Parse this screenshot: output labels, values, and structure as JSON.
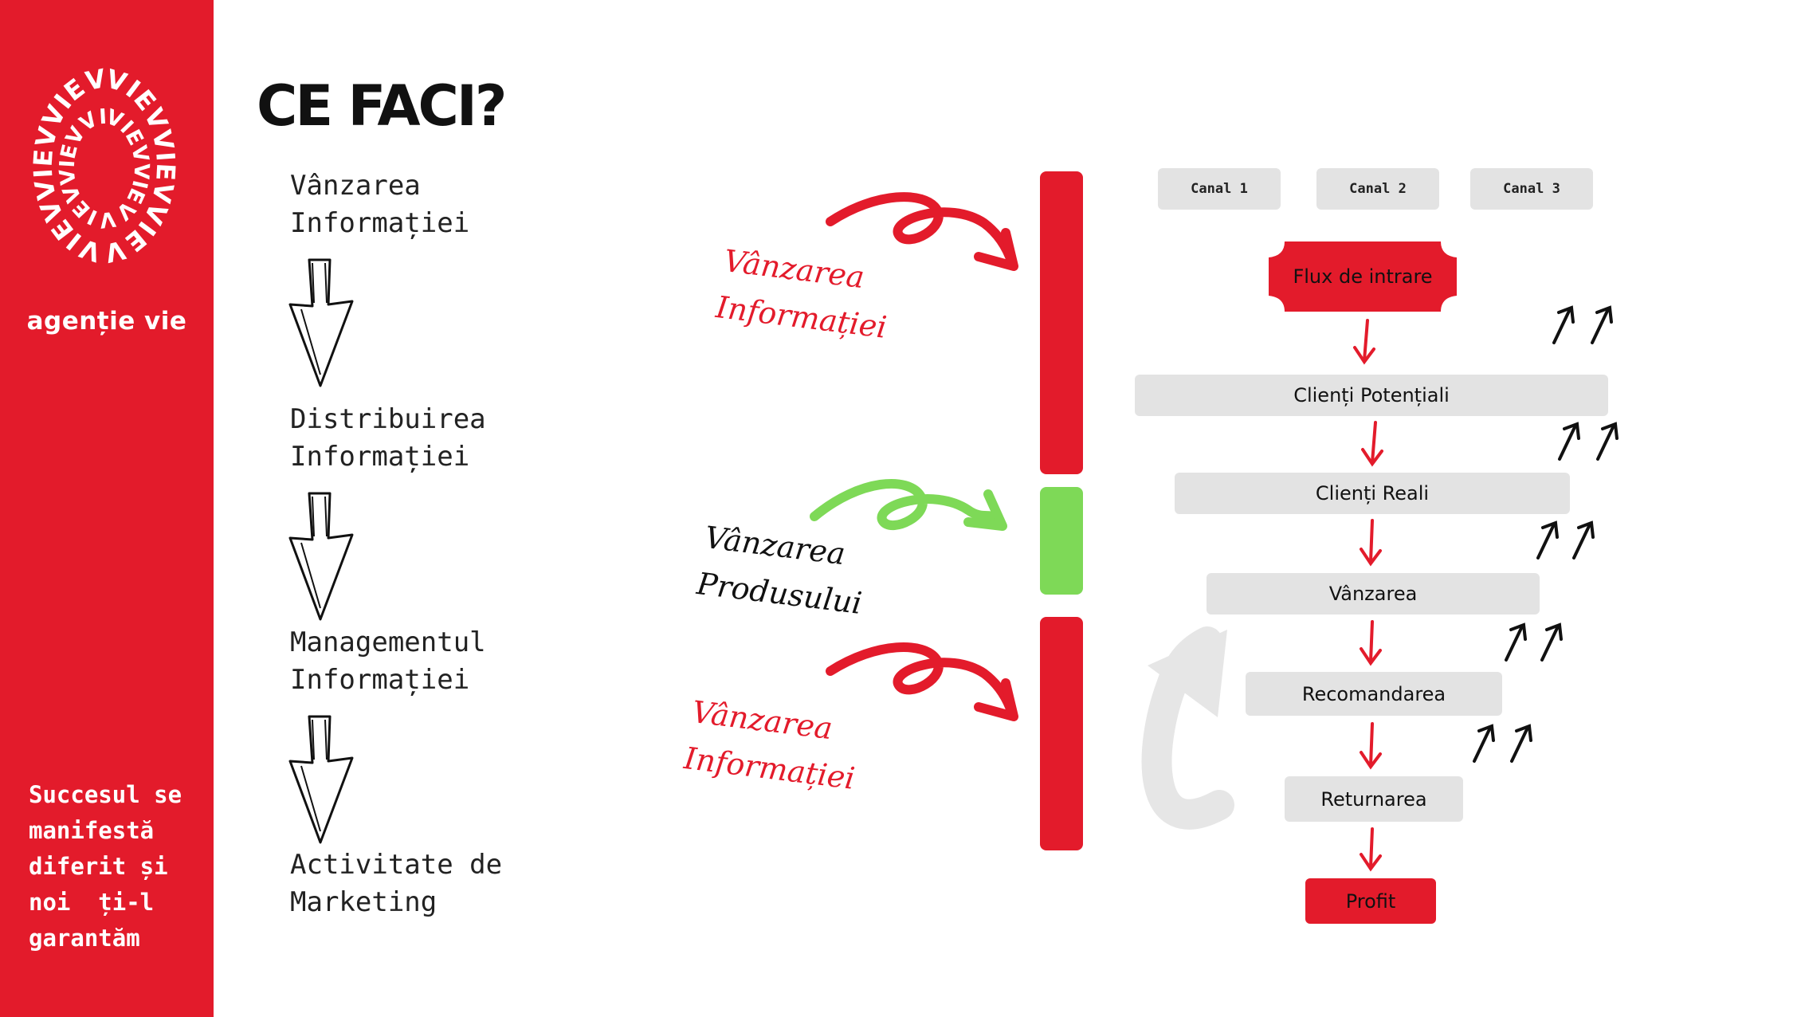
{
  "title": "CE FACI?",
  "sidebar": {
    "brand_text": "agenție vie",
    "logo_ring_text": "VIEVVIEVVIEVVIEVVIEVVIEV",
    "motto": "Succesul se\nmanifestă\ndiferit și\nnoi  ți-l\ngarantăm"
  },
  "steps": [
    "Vânzarea\nInformației",
    "Distribuirea\nInformației",
    "Managementul\nInformației",
    "Activitate de\nMarketing"
  ],
  "phases": [
    {
      "label_line1": "Vânzarea",
      "label_line2": "Informației",
      "color": "#e31b2b"
    },
    {
      "label_line1": "Vânzarea",
      "label_line2": "Produsului",
      "color": "#7ed957"
    },
    {
      "label_line1": "Vânzarea",
      "label_line2": "Informației",
      "color": "#e31b2b"
    }
  ],
  "channels": [
    "Canal 1",
    "Canal 2",
    "Canal 3"
  ],
  "funnel": {
    "entry": "Flux de intrare",
    "stages": [
      "Clienți Potențiali",
      "Clienți Reali",
      "Vânzarea",
      "Recomandarea",
      "Returnarea"
    ],
    "final": "Profit"
  },
  "colors": {
    "accent_red": "#e31b2b",
    "accent_green": "#7ed957",
    "box_gray": "#e3e3e3",
    "loop_gray": "#e6e6e6"
  }
}
